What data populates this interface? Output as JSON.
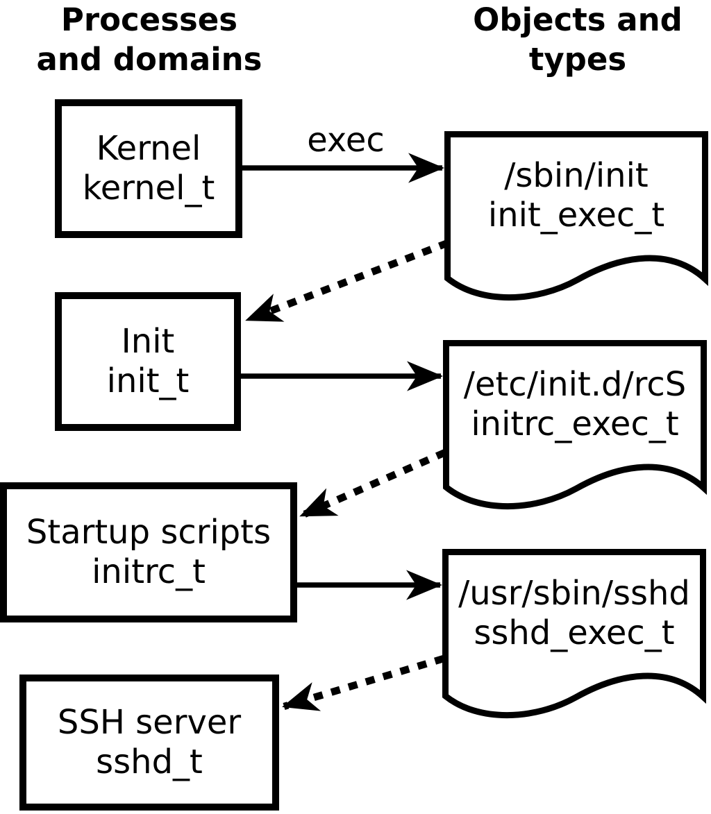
{
  "diagram": {
    "headers": {
      "left": "Processes\nand domains",
      "right": "Objects and\ntypes"
    },
    "processes": [
      {
        "title": "Kernel",
        "type": "kernel_t"
      },
      {
        "title": "Init",
        "type": "init_t"
      },
      {
        "title": "Startup scripts",
        "type": "initrc_t"
      },
      {
        "title": "SSH server",
        "type": "sshd_t"
      }
    ],
    "objects": [
      {
        "path": "/sbin/init",
        "type": "init_exec_t"
      },
      {
        "path": "/etc/init.d/rcS",
        "type": "initrc_exec_t"
      },
      {
        "path": "/usr/sbin/sshd",
        "type": "sshd_exec_t"
      }
    ],
    "edges": {
      "exec_label": "exec",
      "solid": [
        {
          "from": "Kernel (kernel_t)",
          "to": "/sbin/init (init_exec_t)",
          "label": "exec"
        },
        {
          "from": "Init (init_t)",
          "to": "/etc/init.d/rcS (initrc_exec_t)",
          "label": ""
        },
        {
          "from": "Startup scripts (initrc_t)",
          "to": "/usr/sbin/sshd (sshd_exec_t)",
          "label": ""
        }
      ],
      "dotted": [
        {
          "from": "/sbin/init (init_exec_t)",
          "to": "Init (init_t)"
        },
        {
          "from": "/etc/init.d/rcS (initrc_exec_t)",
          "to": "Startup scripts (initrc_t)"
        },
        {
          "from": "/usr/sbin/sshd (sshd_exec_t)",
          "to": "SSH server (sshd_t)"
        }
      ]
    },
    "colors": {
      "stroke": "#000000",
      "background": "#ffffff"
    }
  }
}
